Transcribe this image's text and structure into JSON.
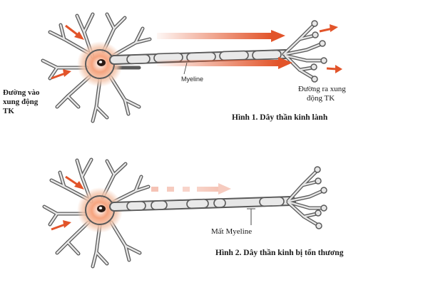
{
  "figure1": {
    "input_label_lines": [
      "Đường vào",
      "xung động",
      "TK"
    ],
    "myelin_label": "Myeline",
    "output_label_lines": [
      "Đường ra xung",
      "động TK"
    ],
    "caption": "Hình 1. Dây thần kinh lành"
  },
  "figure2": {
    "myelin_loss_label": "Mất Myeline",
    "caption": "Hình 2. Dây thần kinh bị tổn thương"
  },
  "colors": {
    "neuron_outline": "#5a5a5a",
    "neuron_fill": "#dcdcdc",
    "soma_glow": "#f07a4a",
    "nucleus": "#2a1a14",
    "arrow": "#e2542a",
    "arrow_faded": "#f6c9b5"
  }
}
